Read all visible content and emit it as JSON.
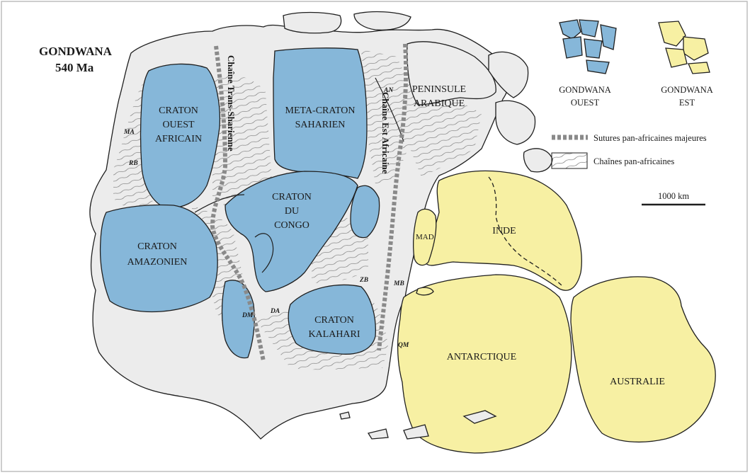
{
  "title": {
    "line1": "GONDWANA",
    "line2": "540 Ma"
  },
  "colors": {
    "west_gondwana": "#86b7d9",
    "east_gondwana": "#f7f0a3",
    "belt_fill": "#ececec",
    "outline": "#1f1f1f",
    "suture": "#8a8a8a"
  },
  "cratons": {
    "west_africa": [
      "CRATON",
      "OUEST",
      "AFRICAIN"
    ],
    "sahara": [
      "META-CRATON",
      "SAHARIEN"
    ],
    "congo": [
      "CRATON",
      "DU",
      "CONGO"
    ],
    "amazonia": [
      "CRATON",
      "AMAZONIEN"
    ],
    "kalahari": [
      "CRATON",
      "KALAHARI"
    ]
  },
  "east_blocks": {
    "arabia": [
      "PENINSULE",
      "ARABIQUE"
    ],
    "inde": "INDE",
    "mad": "MAD",
    "antarctique": "ANTARCTIQUE",
    "australie": "AUSTRALIE"
  },
  "chains": {
    "trans_saharan": "Chaîne Trans-Sharienne",
    "east_african": "Chaîne Est Africaine"
  },
  "abbreviations": {
    "ma": "MA",
    "rb": "RB",
    "an": "AN",
    "zb": "ZB",
    "mb": "MB",
    "dm": "DM",
    "da": "DA",
    "qm": "QM"
  },
  "legend": {
    "west": [
      "GONDWANA",
      "OUEST"
    ],
    "east": [
      "GONDWANA",
      "EST"
    ],
    "sutures": "Sutures pan-africaines majeures",
    "belts": "Chaînes pan-africaines",
    "scale": "1000 km"
  }
}
